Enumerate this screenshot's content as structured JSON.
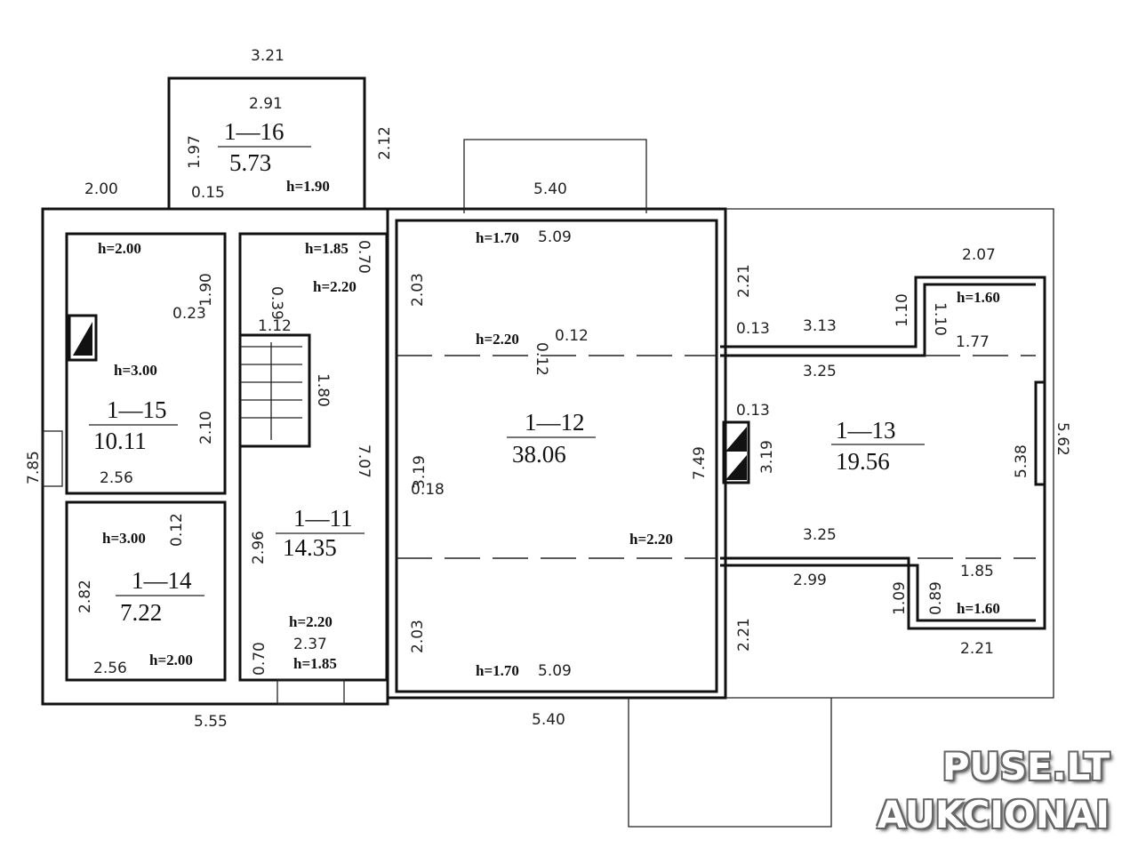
{
  "rooms": [
    {
      "id": "1—16",
      "area": "5.73"
    },
    {
      "id": "1—15",
      "area": "10.11"
    },
    {
      "id": "1—14",
      "area": "7.22"
    },
    {
      "id": "1—11",
      "area": "14.35"
    },
    {
      "id": "1—12",
      "area": "38.06"
    },
    {
      "id": "1—13",
      "area": "19.56"
    }
  ],
  "dims": [
    "3.21",
    "2.91",
    "1.97",
    "2.12",
    "2.00",
    "0.15",
    "5.40",
    "5.09",
    "1.90",
    "0.39",
    "0.70",
    "2.03",
    "2.21",
    "2.07",
    "1.10",
    "1.10",
    "0.23",
    "1.12",
    "0.13",
    "3.13",
    "1.77",
    "0.12",
    "0.12",
    "3.25",
    "1.80",
    "2.10",
    "0.13",
    "7.85",
    "7.07",
    "3.19",
    "7.49",
    "3.19",
    "5.38",
    "5.62",
    "2.56",
    "0.18",
    "0.12",
    "2.96",
    "3.25",
    "2.82",
    "2.99",
    "1.85",
    "1.09",
    "0.89",
    "2.03",
    "2.21",
    "2.37",
    "0.70",
    "2.56",
    "5.09",
    "2.21",
    "5.55",
    "5.40"
  ],
  "heights": [
    "h=1.90",
    "h=2.00",
    "h=1.85",
    "h=2.20",
    "h=1.70",
    "h=1.60",
    "h=2.20",
    "h=3.00",
    "h=3.00",
    "h=2.20",
    "h=1.60",
    "h=2.20",
    "h=1.85",
    "h=2.00",
    "h=1.70"
  ],
  "watermark": {
    "line1": "PUSE.LT",
    "line2": "AUKCIONAI"
  }
}
